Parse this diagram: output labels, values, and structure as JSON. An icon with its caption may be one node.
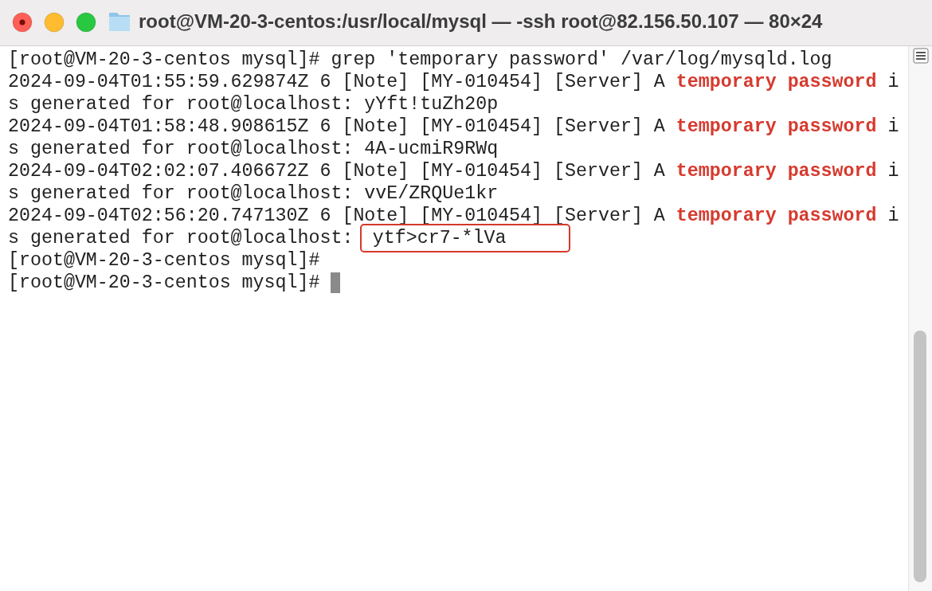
{
  "diagram": {
    "title": "root@VM-20-3-centos:/usr/local/mysql — -ssh root@82.156.50.107 — 80×24",
    "nodes": [
      {
        "text": [
          "ytf>cr7-*lVa"
        ]
      }
    ],
    "labels": [
      "[root@VM-20-3-centos mysql]# grep 'temporary password' /var/log/mysqld.log",
      "2024-09-04T01:55:59.629874Z 6 [Note] [MY-010454] [Server] A **temporary password** i",
      "s generated for root@localhost: yYft!tuZh20p",
      "2024-09-04T01:58:48.908615Z 6 [Note] [MY-010454] [Server] A **temporary password** i",
      "s generated for root@localhost: 4A-ucmiR9RWq",
      "2024-09-04T02:02:07.406672Z 6 [Note] [MY-010454] [Server] A **temporary password** i",
      "s generated for root@localhost: vvE/ZRQUe1kr",
      "2024-09-04T02:56:20.747130Z 6 [Note] [MY-010454] [Server] A **temporary password** i",
      "s generated for root@localhost:",
      "[root@VM-20-3-centos mysql]#",
      "[root@VM-20-3-centos mysql]#"
    ]
  }
}
